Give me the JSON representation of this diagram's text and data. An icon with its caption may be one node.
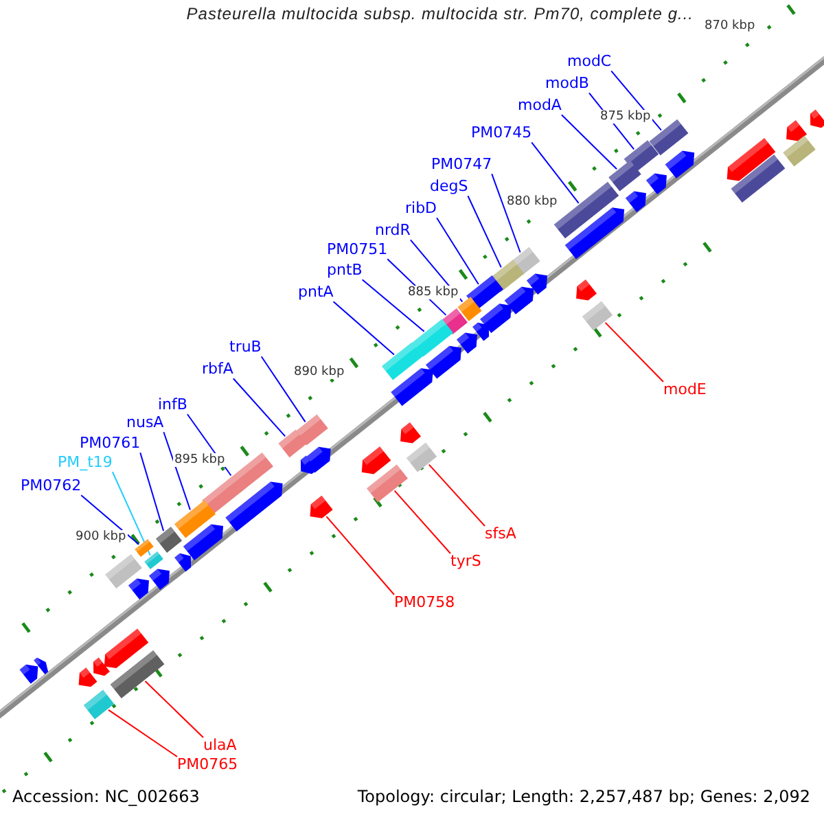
{
  "diagram": {
    "title": "Pasteurella multocida subsp. multocida str. Pm70, complete g...",
    "nodes": [
      {
        "text": [
          "modC"
        ]
      },
      {
        "text": [
          "modB"
        ]
      },
      {
        "text": [
          "modA"
        ]
      },
      {
        "text": [
          "PM0745"
        ]
      },
      {
        "text": [
          "PM0747"
        ]
      },
      {
        "text": [
          "degS"
        ]
      },
      {
        "text": [
          "ribD"
        ]
      },
      {
        "text": [
          "nrdR"
        ]
      },
      {
        "text": [
          "PM0751"
        ]
      },
      {
        "text": [
          "pntB"
        ]
      },
      {
        "text": [
          "pntA"
        ]
      },
      {
        "text": [
          "truB"
        ]
      },
      {
        "text": [
          "rbfA"
        ]
      },
      {
        "text": [
          "infB"
        ]
      },
      {
        "text": [
          "nusA"
        ]
      },
      {
        "text": [
          "PM0761"
        ]
      },
      {
        "text": [
          "PM_t19"
        ]
      },
      {
        "text": [
          "PM0762"
        ]
      },
      {
        "text": [
          "modE"
        ]
      },
      {
        "text": [
          "sfsA"
        ]
      },
      {
        "text": [
          "tyrS"
        ]
      },
      {
        "text": [
          "PM0758"
        ]
      },
      {
        "text": [
          "ulaA"
        ]
      },
      {
        "text": [
          "PM0765"
        ]
      },
      {
        "text": [],
        "shape": "bar"
      },
      {
        "text": [],
        "shape": "bar"
      },
      {
        "text": [],
        "shape": "bar"
      },
      {
        "text": [],
        "shape": "bar"
      },
      {
        "text": [],
        "shape": "bar"
      },
      {
        "text": [],
        "shape": "bar"
      },
      {
        "text": [],
        "shape": "bar"
      },
      {
        "text": [],
        "shape": "bar"
      },
      {
        "text": [],
        "shape": "bar"
      },
      {
        "text": [],
        "shape": "bar"
      },
      {
        "text": [],
        "shape": "bar"
      },
      {
        "text": [],
        "shape": "bar"
      },
      {
        "text": [],
        "shape": "bar"
      },
      {
        "text": [],
        "shape": "bar"
      },
      {
        "text": [],
        "shape": "bar"
      },
      {
        "text": [],
        "shape": "bar"
      },
      {
        "text": [],
        "shape": "bar"
      },
      {
        "text": [],
        "shape": "bar"
      },
      {
        "text": [],
        "shape": "bar"
      },
      {
        "text": [],
        "shape": "bar"
      },
      {
        "text": [],
        "shape": "bar"
      },
      {
        "text": [],
        "shape": "bar"
      },
      {
        "text": [],
        "shape": "bar"
      },
      {
        "text": [],
        "shape": "bar"
      },
      {
        "text": [],
        "shape": "bar"
      },
      {
        "text": [],
        "shape": "bar"
      },
      {
        "text": [],
        "shape": "bar"
      },
      {
        "text": [],
        "shape": "bar"
      },
      {
        "text": [],
        "shape": "bar"
      },
      {
        "text": [],
        "shape": "bar"
      },
      {
        "text": [],
        "shape": "bar"
      },
      {
        "text": [],
        "shape": "bar"
      },
      {
        "text": [],
        "shape": "bar"
      },
      {
        "text": [],
        "shape": "bar"
      },
      {
        "text": [],
        "shape": "bar"
      },
      {
        "text": [],
        "shape": "bar"
      },
      {
        "text": [],
        "shape": "bar"
      },
      {
        "text": [],
        "shape": "bar"
      },
      {
        "text": [],
        "shape": "bar"
      },
      {
        "text": [],
        "shape": "bar"
      },
      {
        "text": [],
        "shape": "bar"
      },
      {
        "text": [],
        "shape": "bar"
      },
      {
        "text": [],
        "shape": "bar"
      },
      {
        "text": [],
        "shape": "bar"
      },
      {
        "text": [],
        "shape": "bar"
      },
      {
        "text": [],
        "shape": "bar"
      },
      {
        "text": [],
        "shape": "bar"
      },
      {
        "text": [],
        "shape": "bar"
      },
      {
        "text": [],
        "shape": "bar"
      },
      {
        "text": [],
        "shape": "bar"
      },
      {
        "text": [],
        "shape": "bar"
      },
      {
        "text": [],
        "shape": "bar"
      },
      {
        "text": [],
        "shape": "bar"
      },
      {
        "text": [],
        "shape": "bar"
      },
      {
        "text": [],
        "shape": "bar"
      },
      {
        "text": [],
        "shape": "bar"
      }
    ],
    "edges": [
      {
        "from": 0,
        "to": 24,
        "arrow": "none"
      },
      {
        "from": 1,
        "to": 25,
        "arrow": "none"
      },
      {
        "from": 2,
        "to": 26,
        "arrow": "none"
      },
      {
        "from": 3,
        "to": 27,
        "arrow": "none"
      },
      {
        "from": 4,
        "to": 28,
        "arrow": "none"
      },
      {
        "from": 5,
        "to": 29,
        "arrow": "none"
      },
      {
        "from": 6,
        "to": 30,
        "arrow": "none"
      },
      {
        "from": 7,
        "to": 31,
        "arrow": "none"
      },
      {
        "from": 8,
        "to": 32,
        "arrow": "none"
      },
      {
        "from": 9,
        "to": 33,
        "arrow": "none"
      },
      {
        "from": 10,
        "to": 34,
        "arrow": "none"
      },
      {
        "from": 11,
        "to": 35,
        "arrow": "none"
      },
      {
        "from": 12,
        "to": 36,
        "arrow": "none"
      },
      {
        "from": 13,
        "to": 37,
        "arrow": "none"
      },
      {
        "from": 14,
        "to": 38,
        "arrow": "none"
      },
      {
        "from": 15,
        "to": 39,
        "arrow": "none"
      },
      {
        "from": 16,
        "to": 40,
        "arrow": "none",
        "color": "#22ccff"
      },
      {
        "from": 17,
        "to": 41,
        "arrow": "none"
      },
      {
        "from": 18,
        "to": 42,
        "arrow": "none",
        "color": "#ff0000"
      },
      {
        "from": 19,
        "to": 43,
        "arrow": "none",
        "color": "#ff0000"
      },
      {
        "from": 20,
        "to": 44,
        "arrow": "none",
        "color": "#ff0000"
      },
      {
        "from": 21,
        "to": 45,
        "arrow": "none",
        "color": "#ff0000"
      },
      {
        "from": 22,
        "to": 46,
        "arrow": "none",
        "color": "#ff0000"
      },
      {
        "from": 23,
        "to": 47,
        "arrow": "none",
        "color": "#ff0000"
      }
    ],
    "labels": [
      "870 kbp",
      "875 kbp",
      "880 kbp",
      "885 kbp",
      "890 kbp",
      "895 kbp",
      "900 kbp",
      "Accession: NC_002663",
      "Topology: circular; Length: 2,257,487 bp; Genes: 2,092"
    ]
  }
}
